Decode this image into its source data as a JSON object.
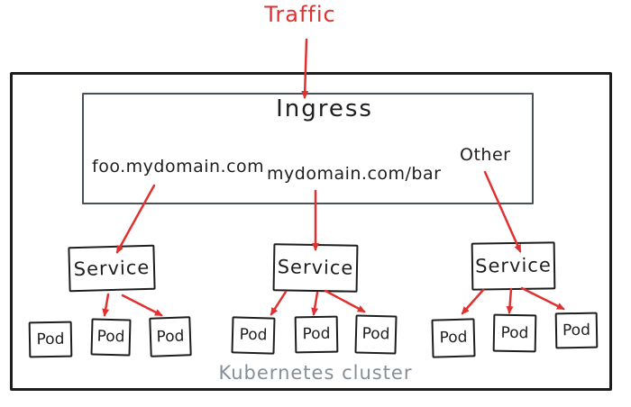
{
  "traffic": {
    "label": "Traffic"
  },
  "ingress": {
    "label": "Ingress",
    "rules": [
      {
        "label": "foo.mydomain.com"
      },
      {
        "label": "mydomain.com/bar"
      },
      {
        "label": "Other"
      }
    ]
  },
  "services": [
    {
      "label": "Service",
      "pods": [
        {
          "label": "Pod"
        },
        {
          "label": "Pod"
        },
        {
          "label": "Pod"
        }
      ]
    },
    {
      "label": "Service",
      "pods": [
        {
          "label": "Pod"
        },
        {
          "label": "Pod"
        },
        {
          "label": "Pod"
        }
      ]
    },
    {
      "label": "Service",
      "pods": [
        {
          "label": "Pod"
        },
        {
          "label": "Pod"
        },
        {
          "label": "Pod"
        }
      ]
    }
  ],
  "cluster": {
    "label": "Kubernetes cluster"
  },
  "colors": {
    "arrow": "#e03131",
    "stroke": "#1e1e1e",
    "box_stroke": "#495057",
    "muted_text": "#868e96"
  }
}
